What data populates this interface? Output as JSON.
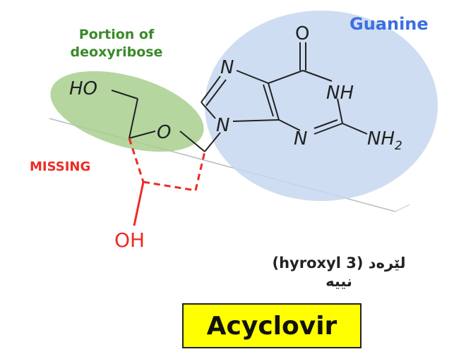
{
  "labels": {
    "guanine": "Guanine",
    "deoxyribose_line1": "Portion of",
    "deoxyribose_line2": "deoxyribose",
    "missing": "MISSING",
    "hydroxyl": "OH",
    "caption_line1": "لێرەد (3 hyroxyl)",
    "caption_line2": "نییە",
    "drug_name": "Acyclovir"
  },
  "atoms": {
    "o_carbonyl": "O",
    "n7": "N",
    "nh1": "NH",
    "n9": "N",
    "n3": "N",
    "nh2_main": "NH",
    "nh2_sub": "2",
    "ho_chain": "HO",
    "o_ether": "O"
  },
  "colors": {
    "guanine_text": "#3d6fe0",
    "guanine_fill": "#c5d7ef",
    "deoxyribose_text": "#3a8a2a",
    "deoxyribose_fill": "#a8cf8e",
    "missing_red": "#ee2b24",
    "drug_box": "#ffff00"
  }
}
